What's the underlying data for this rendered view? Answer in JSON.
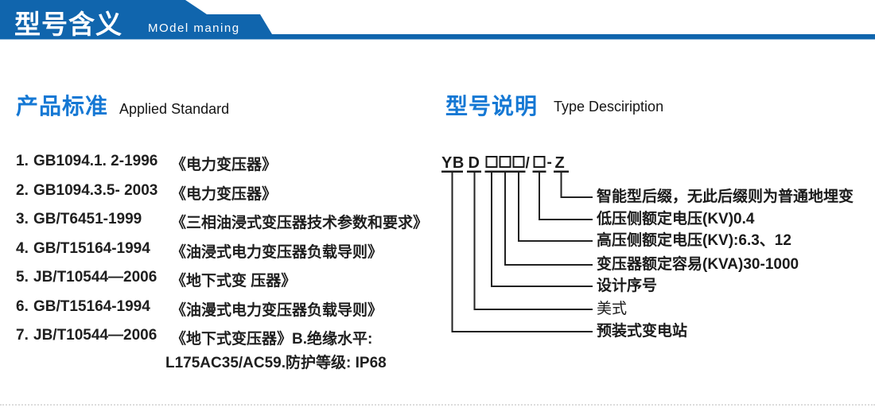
{
  "header": {
    "title": "型号含义",
    "subtitle": "MOdel maning"
  },
  "sections": {
    "standards": {
      "heading_zh": "产品标准",
      "heading_en": "Applied Standard",
      "items": [
        {
          "num": "1.",
          "code": "GB1094.1. 2-1996",
          "name": "《电力变压器》"
        },
        {
          "num": "2.",
          "code": "GB1094.3.5- 2003",
          "name": "《电力变压器》"
        },
        {
          "num": "3.",
          "code": "GB/T6451-1999",
          "name": "《三相油浸式变压器技术参数和要求》"
        },
        {
          "num": "4.",
          "code": "GB/T15164-1994",
          "name": "《油浸式电力变压器负载导则》"
        },
        {
          "num": "5.",
          "code": "JB/T10544—2006",
          "name": "《地下式变 压器》"
        },
        {
          "num": "6.",
          "code": "GB/T15164-1994",
          "name": "《油漫式电力变压器负载导则》"
        },
        {
          "num": "7.",
          "code": "JB/T10544—2006",
          "name": "《地下式变压器》B.绝缘水平:"
        }
      ],
      "continuation": "L175AC35/AC59.防护等级: IP68"
    },
    "model": {
      "heading_zh": "型号说明",
      "heading_en": "Type Desciription",
      "code_parts": {
        "prefix": "YB",
        "second": "D",
        "slash": "/",
        "dash": "-",
        "suffix": "Z"
      },
      "labels": [
        "智能型后缀，无此后缀则为普通地埋变",
        "低压侧额定电压(KV)0.4",
        "高压侧额定电压(KV):6.3、12",
        "变压器额定容易(KVA)30-1000",
        "设计序号",
        "美式",
        "预装式变电站"
      ]
    }
  },
  "colors": {
    "header_bar": "#1065ad",
    "heading_blue": "#1578d4",
    "text": "#1f1f1f",
    "line": "#222222"
  }
}
